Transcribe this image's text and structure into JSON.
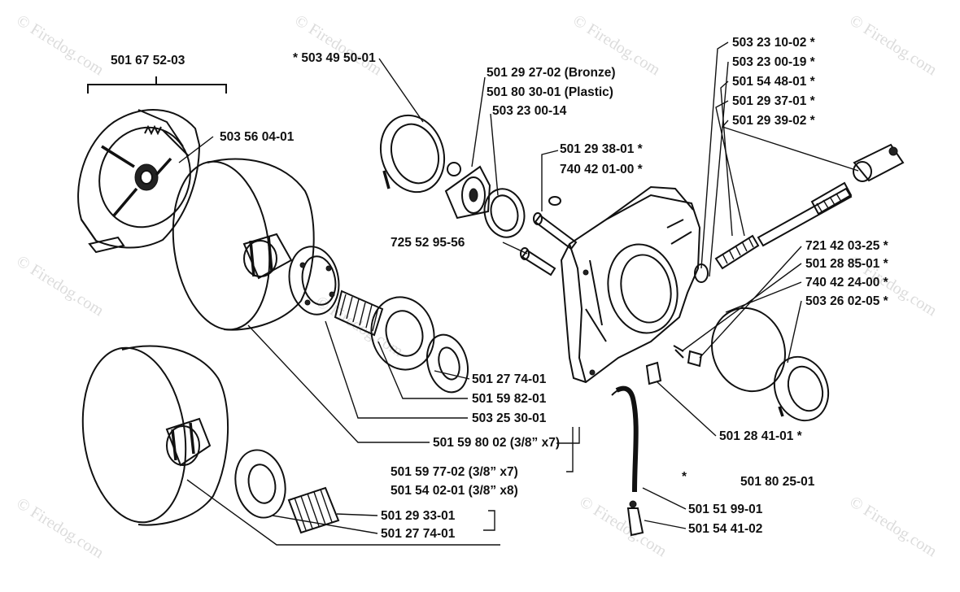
{
  "watermark": "© Firedog.com",
  "parts": {
    "clutch_assembly": "501 67 52-03",
    "clutch_spring": "503 56 04-01",
    "ring_a": "* 503 49 50-01",
    "pump_bronze": "501 29 27-02 (Bronze)",
    "pump_plastic": "501 80 30-01 (Plastic)",
    "pump_washer": "503 23 00-14",
    "bolt_a": "501 29 38-01 *",
    "bolt_b": "740 42 01-00 *",
    "screw": "725 52 95-56",
    "shaft_1": "503 23 10-02 *",
    "shaft_2": "503 23 00-19 *",
    "shaft_3": "501 54 48-01 *",
    "shaft_4": "501 29 37-01 *",
    "shaft_5": "501 29 39-02 *",
    "nut": "721 42 03-25 *",
    "pin": "501 28 85-01 *",
    "oring": "740 42 24-00 *",
    "seal": "503 26 02-05 *",
    "washer_1": "501 27 74-01",
    "washer_2": "501 59 82-01",
    "washer_3": "503 25 30-01",
    "drum_37": "501 59 80 02 (3/8” x7)",
    "drum_37b": "501 59 77-02 (3/8” x7)",
    "drum_38": "501 54 02-01 (3/8” x8)",
    "plug": "501 28 41-01 *",
    "hose_ref": "501 80 25-01",
    "hose_star": "*",
    "needle_bearing": "501 29 33-01",
    "washer_4": "501 27 74-01",
    "hose": "501 51 99-01",
    "filter": "501 54 41-02"
  }
}
